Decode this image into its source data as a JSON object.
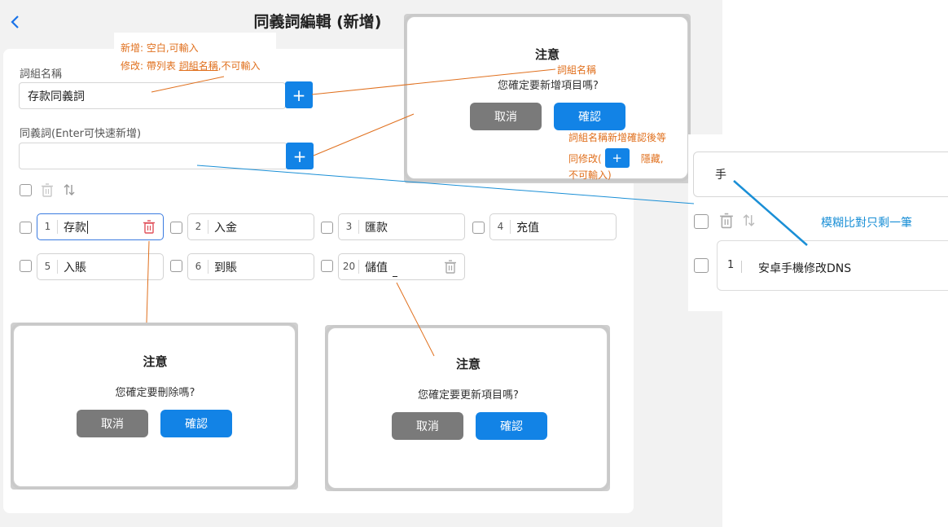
{
  "page": {
    "title": "同義詞編輯 (新增)",
    "back_icon": "chevron-left-icon"
  },
  "form": {
    "group_name_label": "詞組名稱",
    "group_name_value": "存款同義詞",
    "synonym_label": "同義詞(Enter可快速新增)",
    "synonym_value": "",
    "plus_label": "+"
  },
  "notes": {
    "add_mode": "新增: 空白,可輸入",
    "edit_mode_prefix": "修改: 帶列表 ",
    "edit_mode_link": "詞組名稱",
    "edit_mode_suffix": ",不可輸入",
    "group_name": "詞組名稱",
    "confirm_line1": "詞組名稱新增確認後等",
    "confirm_line2_a": "同修改(",
    "confirm_line2_b": "隱藏,",
    "confirm_line3": "不可輸入)",
    "fuzzy_note": "模糊比對只剩一筆"
  },
  "chips": [
    {
      "num": "1",
      "text": "存款",
      "active": true
    },
    {
      "num": "2",
      "text": "入金"
    },
    {
      "num": "3",
      "text": "匯款"
    },
    {
      "num": "4",
      "text": "充值"
    },
    {
      "num": "5",
      "text": "入賬"
    },
    {
      "num": "6",
      "text": "到賬"
    },
    {
      "num": "20",
      "text": "儲值"
    }
  ],
  "dialogs": {
    "add": {
      "title": "注意",
      "message": "您確定要新增項目嗎?",
      "cancel": "取消",
      "confirm": "確認"
    },
    "delete": {
      "title": "注意",
      "message": "您確定要刪除嗎?",
      "cancel": "取消",
      "confirm": "確認"
    },
    "update": {
      "title": "注意",
      "message": "您確定要更新項目嗎?",
      "cancel": "取消",
      "confirm": "確認"
    }
  },
  "fuzzy": {
    "search_value": "手",
    "row_num": "1",
    "row_text": "安卓手機修改DNS"
  },
  "colors": {
    "primary": "#1283e6",
    "annotation": "#e0701e",
    "fuzzy_annotation": "#1a8fd6",
    "danger": "#e0505a"
  }
}
